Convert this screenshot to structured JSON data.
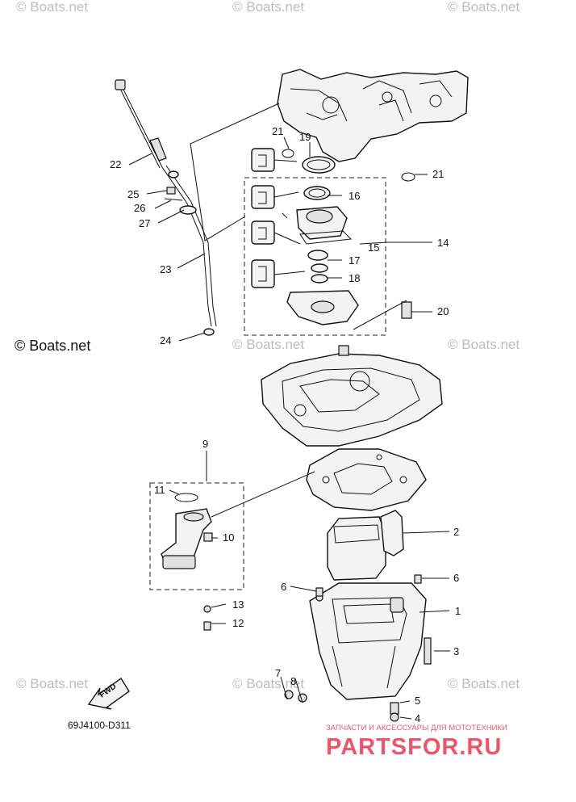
{
  "watermarks": [
    "© Boats.net",
    "© Boats.net",
    "© Boats.net"
  ],
  "copyright": "© Boats.net",
  "callouts": {
    "c1": "1",
    "c2": "2",
    "c3": "3",
    "c4": "4",
    "c5": "5",
    "c6": "6",
    "c6b": "6",
    "c7": "7",
    "c8": "8",
    "c9": "9",
    "c10": "10",
    "c11": "11",
    "c12": "12",
    "c13": "13",
    "c14": "14",
    "c15": "15",
    "c16": "16",
    "c17": "17",
    "c18": "18",
    "c19": "19",
    "c20": "20",
    "c21": "21",
    "c21b": "21",
    "c22": "22",
    "c23": "23",
    "c24": "24",
    "c25": "25",
    "c26": "26",
    "c27": "27"
  },
  "fwd_label": "FWD",
  "diagram_code": "69J4100-D311",
  "brand": {
    "tagline": "ЗАПЧАСТИ И АКСЕССУАРЫ ДЛЯ МОТОТЕХНИКИ",
    "logo": "PARTSFOR.RU",
    "logo_color": "#e8576b"
  }
}
